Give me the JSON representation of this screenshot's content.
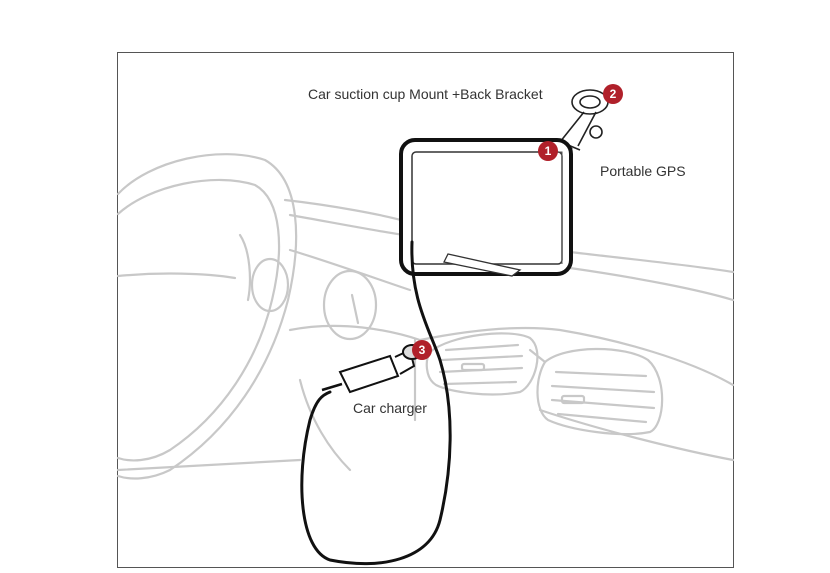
{
  "labels": {
    "mount": "Car suction cup Mount +Back Bracket",
    "gps": "Portable GPS",
    "charger": "Car charger"
  },
  "badges": {
    "one": "1",
    "two": "2",
    "three": "3"
  },
  "colors": {
    "badge": "#b0202a",
    "line_light": "#c8c8c8",
    "line_dark": "#111111",
    "frame": "#555555"
  }
}
